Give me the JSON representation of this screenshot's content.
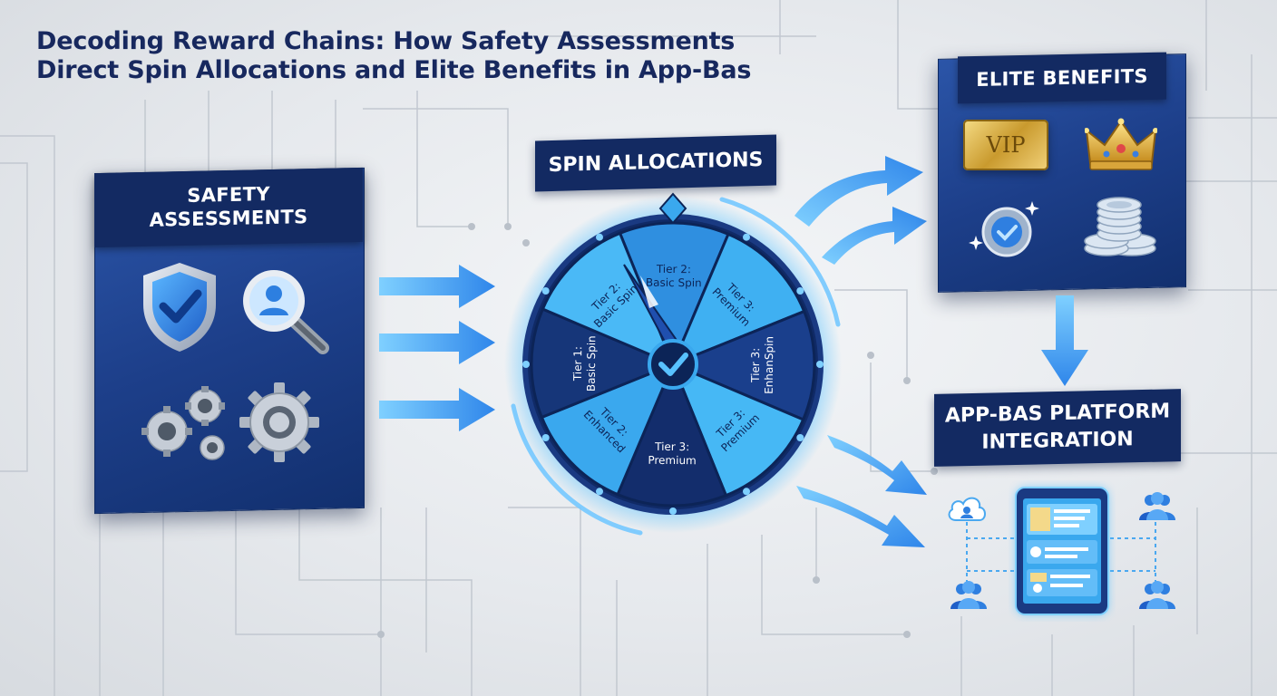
{
  "title": {
    "line1": "Decoding Reward Chains: How Safety Assessments",
    "line2": "Direct Spin Allocations and Elite Benefits in App-Bas"
  },
  "safety": {
    "header_line1": "SAFETY",
    "header_line2": "ASSESSMENTS",
    "icons": [
      "shield-check-icon",
      "magnifier-user-icon",
      "gears-icon",
      "gear-icon"
    ]
  },
  "spin": {
    "label": "SPIN ALLOCATIONS",
    "segments": [
      {
        "line1": "Tier 2:",
        "line2": "Basic Spin",
        "color": "#2f8fe0"
      },
      {
        "line1": "Tier 3:",
        "line2": "Premium",
        "color": "#3fb0f2"
      },
      {
        "line1": "Tier 3:",
        "line2": "EnhanSpin",
        "color": "#1a3f8c"
      },
      {
        "line1": "Tier 3:",
        "line2": "Premium",
        "color": "#46b8f5"
      },
      {
        "line1": "Tier 3:",
        "line2": "Premium",
        "color": "#132d6c"
      },
      {
        "line1": "Tier 2:",
        "line2": "Enhanced",
        "color": "#3aa8ee"
      },
      {
        "line1": "Tier 1:",
        "line2": "Basic Spin",
        "color": "#163679"
      },
      {
        "line1": "Tier 2:",
        "line2": "Basic Spin",
        "color": "#4ab9f6"
      }
    ],
    "center_icon": "check-icon"
  },
  "elite": {
    "header": "ELITE BENEFITS",
    "vip_text": "VIP",
    "icons": [
      "vip-card-icon",
      "crown-icon",
      "badge-icon",
      "coins-icon"
    ]
  },
  "platform": {
    "label_line1": "APP-BAS PLATFORM",
    "label_line2": "INTEGRATION",
    "icons": [
      "cloud-user-icon",
      "users-icon",
      "tablet-icon"
    ]
  },
  "colors": {
    "navy": "#132a62",
    "panel_blue": "#1d3f8a",
    "arrow_blue": "#3d9df0",
    "glow_blue": "#58c2ff",
    "title": "#17285e"
  }
}
